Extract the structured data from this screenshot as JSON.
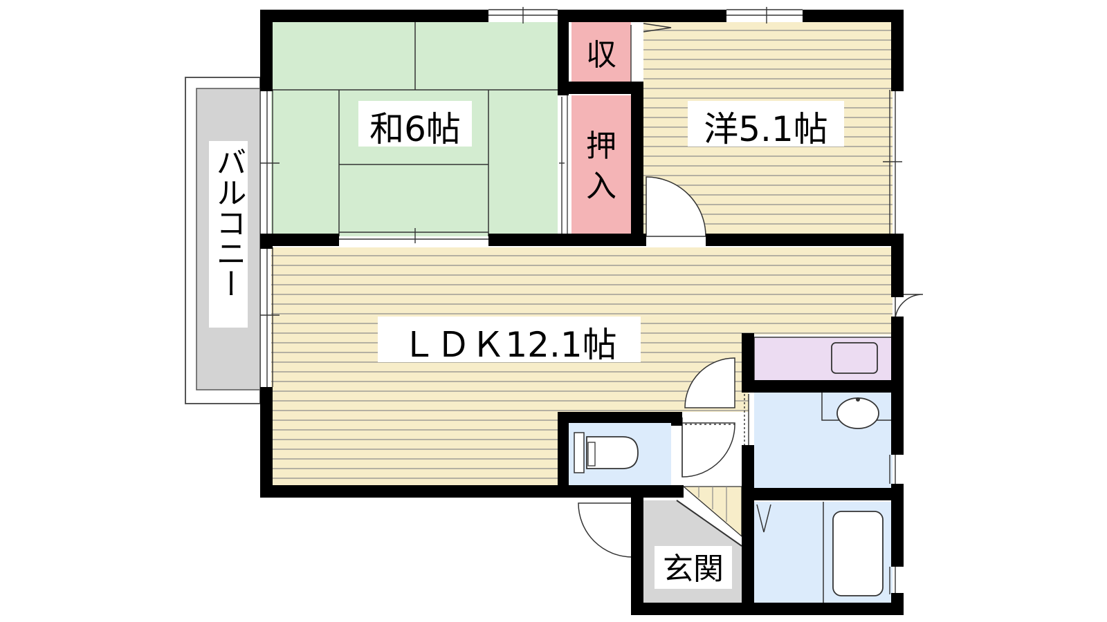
{
  "floorplan": {
    "rooms": {
      "washitsu": {
        "label": "和6帖"
      },
      "youshitsu": {
        "label": "洋5.1帖"
      },
      "ldk": {
        "label": "ＬＤＫ12.1帖"
      },
      "closet_small": {
        "label": "収"
      },
      "oshiire": {
        "label_top": "押",
        "label_bottom": "入"
      },
      "genkan": {
        "label": "玄関"
      },
      "balcony": {
        "label": "バルコニー"
      }
    },
    "colors": {
      "tatami": "#d3ecd0",
      "flooring": "#f7edc9",
      "plank_line": "#8c8c8c",
      "closet": "#f4b4b6",
      "wet_area": "#dcebfb",
      "kitchen": "#ecdcf2",
      "genkan": "#d6d6d6",
      "balcony": "#d3d3d3",
      "wall": "#000000"
    }
  }
}
